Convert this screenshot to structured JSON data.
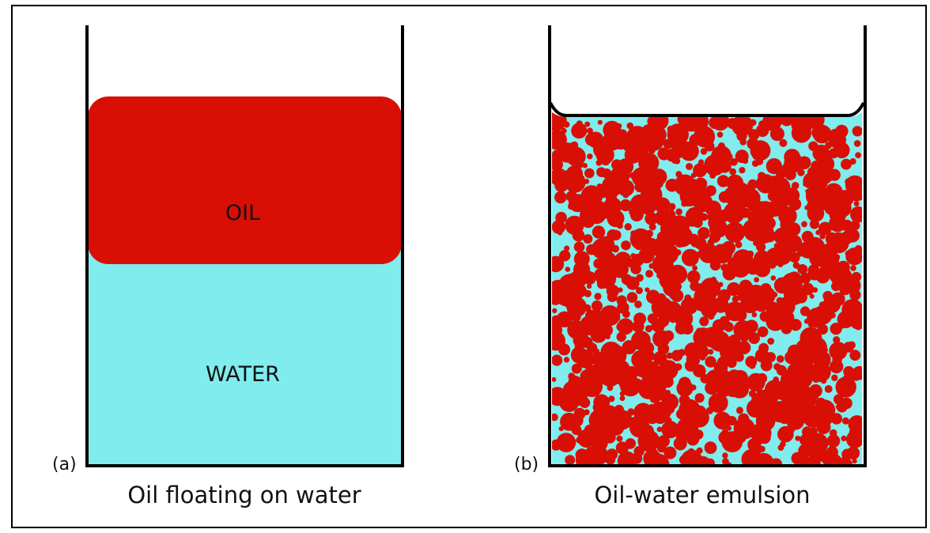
{
  "colors": {
    "oil": "#d90f06",
    "water": "#80ecee",
    "outline": "#000000",
    "text": "#111111"
  },
  "panel_a": {
    "tag": "(a)",
    "oil_label": "OIL",
    "water_label": "WATER",
    "caption": "Oil floating on water"
  },
  "panel_b": {
    "tag": "(b)",
    "caption": "Oil-water emulsion"
  }
}
